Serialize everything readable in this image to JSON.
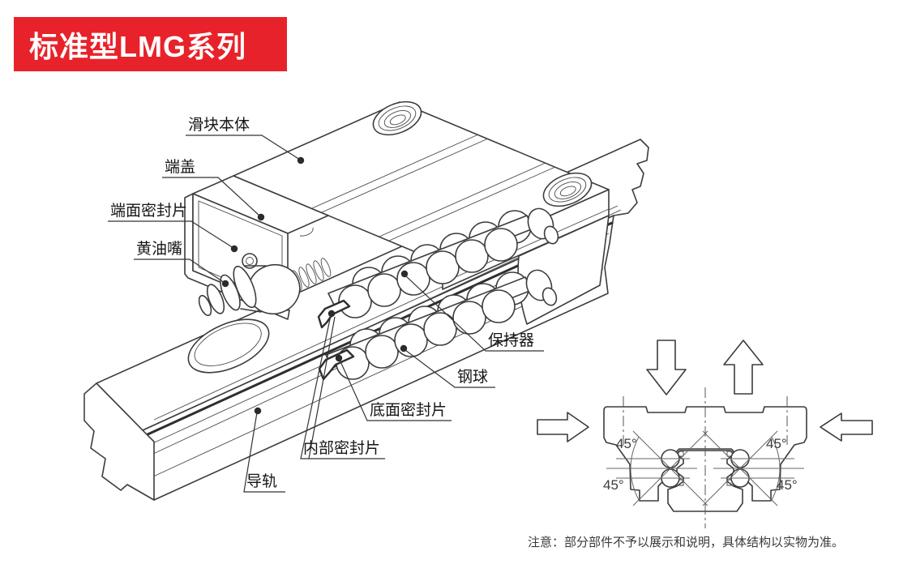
{
  "banner": {
    "title": "标准型LMG系列",
    "bg_color": "#e8222a",
    "text_color": "#ffffff"
  },
  "parts": [
    {
      "id": "slider-body",
      "text": "滑块本体"
    },
    {
      "id": "end-cap",
      "text": "端盖"
    },
    {
      "id": "end-seal",
      "text": "端面密封片"
    },
    {
      "id": "grease-nipple",
      "text": "黄油嘴"
    },
    {
      "id": "retainer",
      "text": "保持器"
    },
    {
      "id": "steel-ball",
      "text": "钢球"
    },
    {
      "id": "bottom-seal",
      "text": "底面密封片"
    },
    {
      "id": "inner-seal",
      "text": "内部密封片"
    },
    {
      "id": "guide-rail",
      "text": "导轨"
    }
  ],
  "cross_section": {
    "angles": [
      "45°",
      "45°",
      "45°",
      "45°"
    ],
    "load_arrows": [
      "down",
      "up",
      "right",
      "left"
    ]
  },
  "note": {
    "text": "注意：部分部件不予以展示和说明，具体结构以实物为准。"
  },
  "line_color": "#3c3c3c"
}
